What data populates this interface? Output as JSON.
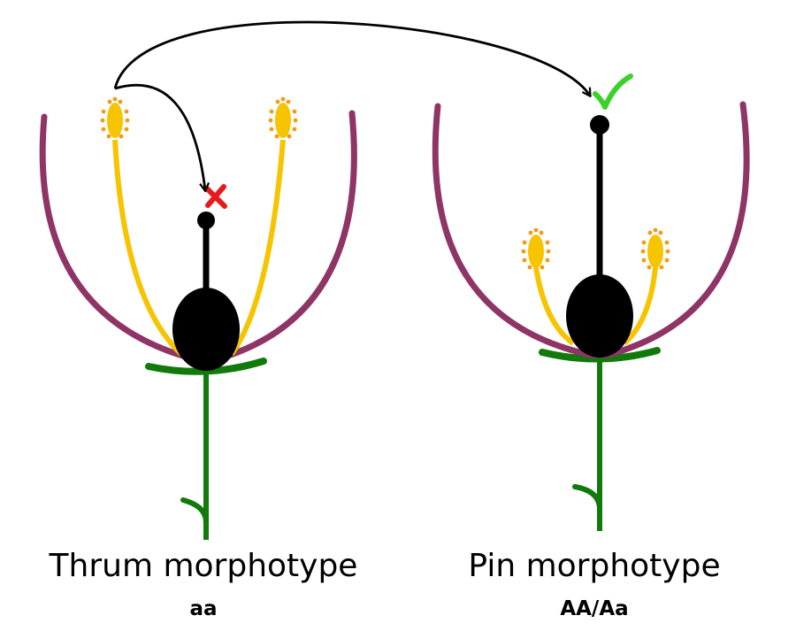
{
  "colors": {
    "petal": "#8f3566",
    "stamen": "#f6c400",
    "anther_dot": "#f39a1a",
    "pistil": "#000000",
    "stem": "#117a0b",
    "arrow": "#000000",
    "cross": "#e8191b",
    "check": "#3cd12a"
  },
  "icons": {
    "incompatible": "cross-icon",
    "compatible": "check-icon"
  },
  "flowers": [
    {
      "id": "thrum",
      "label": "Thrum morphotype",
      "genotype": "aa",
      "stigma": "low",
      "anthers": "high",
      "pollination_result": "incompatible"
    },
    {
      "id": "pin",
      "label": "Pin morphotype",
      "genotype": "AA/Aa",
      "stigma": "high",
      "anthers": "low",
      "pollination_result": "compatible"
    }
  ]
}
